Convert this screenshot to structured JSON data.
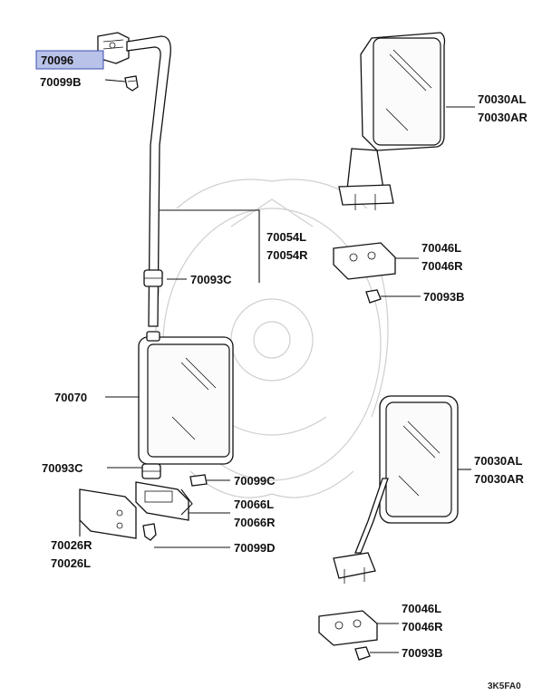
{
  "parts": {
    "p70096": "70096",
    "p70099B": "70099B",
    "p70030AL_top": "70030AL",
    "p70030AR_top": "70030AR",
    "p70054L": "70054L",
    "p70054R": "70054R",
    "p70093C_top": "70093C",
    "p70046L_top": "70046L",
    "p70046R_top": "70046R",
    "p70093B_top": "70093B",
    "p70070": "70070",
    "p70093C_bot": "70093C",
    "p70099C": "70099C",
    "p70066L": "70066L",
    "p70066R": "70066R",
    "p70026R": "70026R",
    "p70026L": "70026L",
    "p70099D": "70099D",
    "p70030AL_bot": "70030AL",
    "p70030AR_bot": "70030AR",
    "p70046L_bot": "70046L",
    "p70046R_bot": "70046R",
    "p70093B_bot": "70093B"
  },
  "diagram_code": "3K5FA0",
  "highlight_color": "#b9c2e8"
}
